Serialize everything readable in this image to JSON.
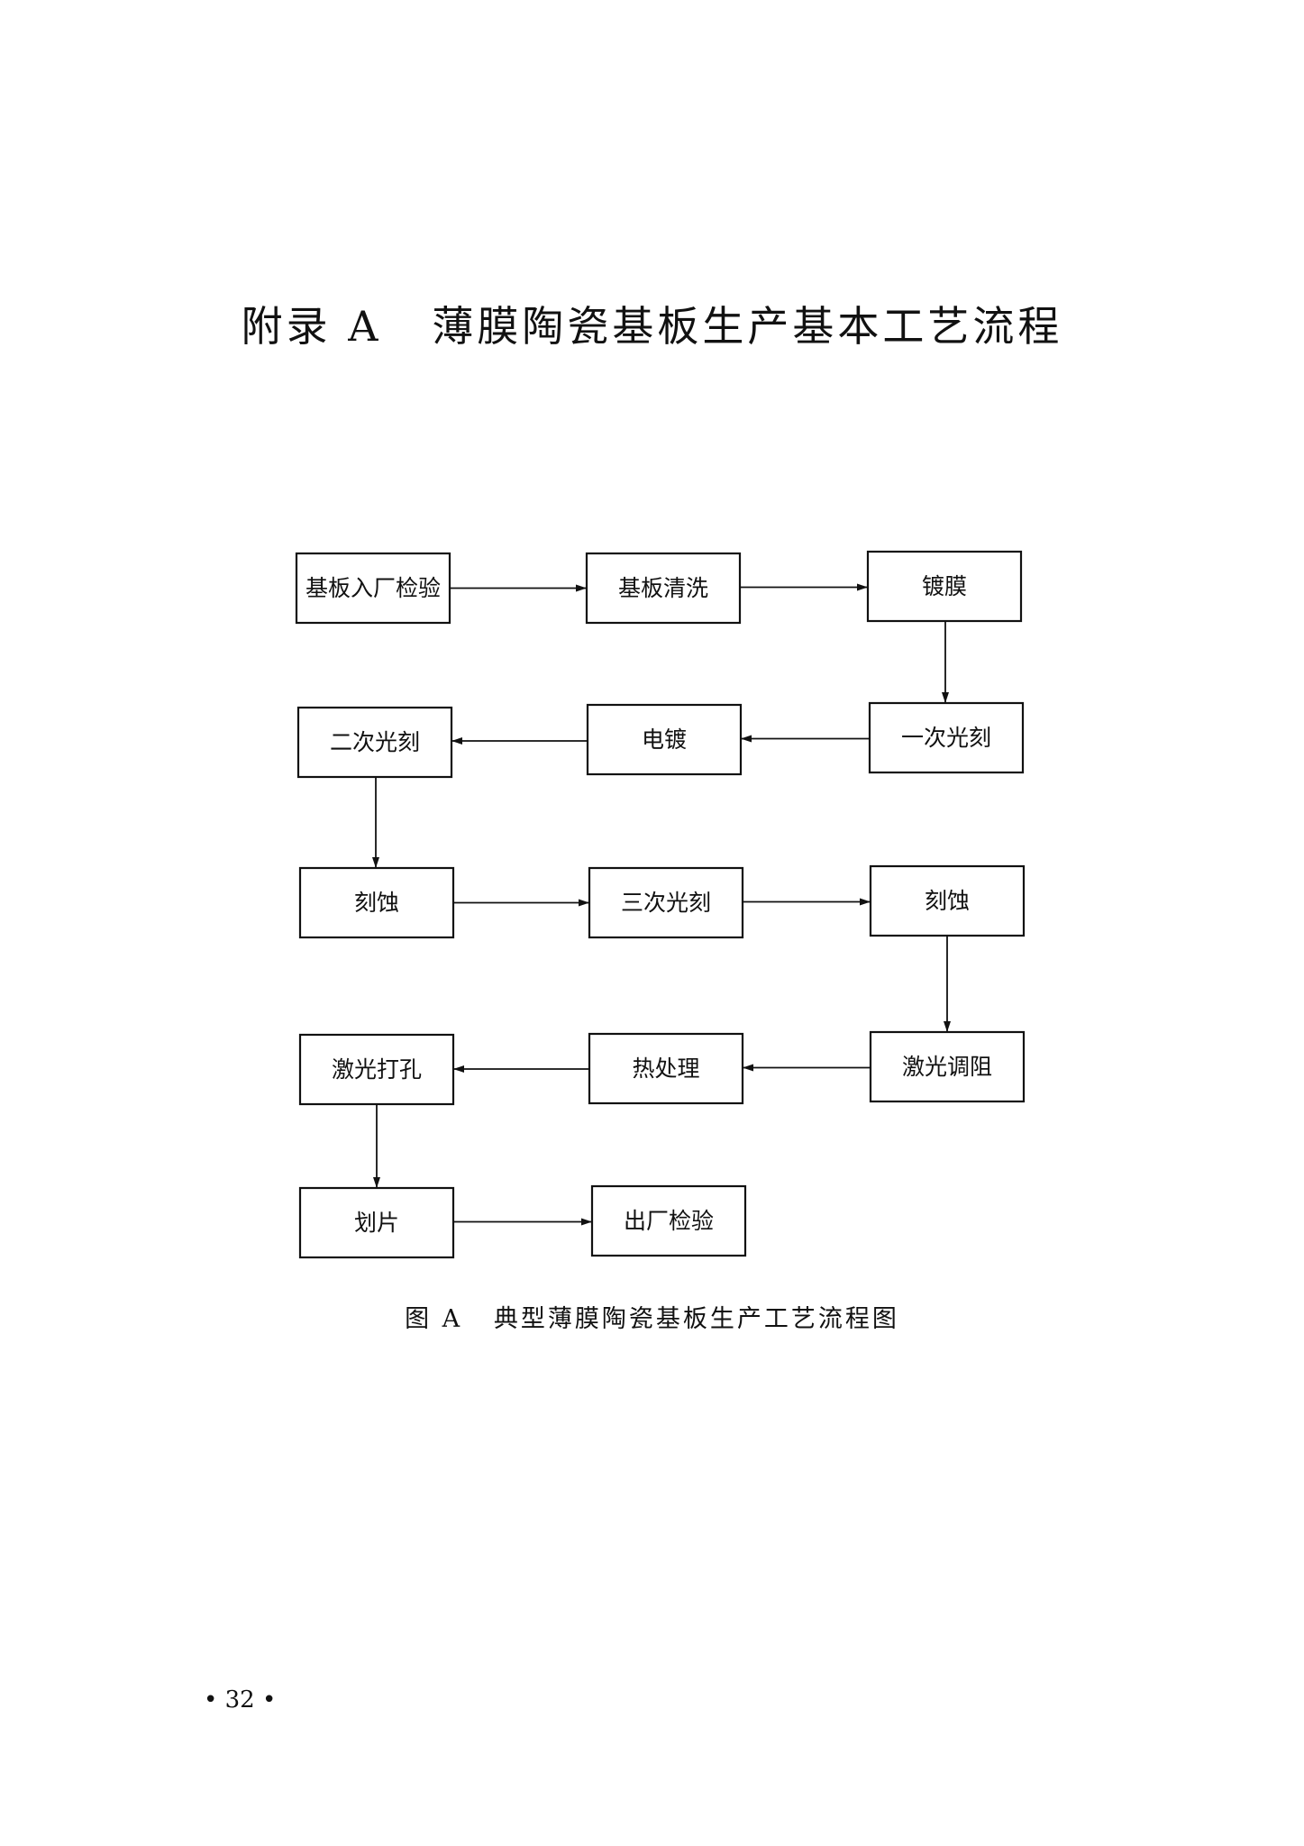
{
  "page": {
    "title": "附录 A   薄膜陶瓷基板生产基本工艺流程",
    "caption": "图 A   典型薄膜陶瓷基板生产工艺流程图",
    "page_number": "• 32 •"
  },
  "flowchart": {
    "nodes": [
      {
        "id": "n1",
        "label": "基板入厂检验"
      },
      {
        "id": "n2",
        "label": "基板清洗"
      },
      {
        "id": "n3",
        "label": "镀膜"
      },
      {
        "id": "n4",
        "label": "一次光刻"
      },
      {
        "id": "n5",
        "label": "电镀"
      },
      {
        "id": "n6",
        "label": "二次光刻"
      },
      {
        "id": "n7",
        "label": "刻蚀"
      },
      {
        "id": "n8",
        "label": "三次光刻"
      },
      {
        "id": "n9",
        "label": "刻蚀"
      },
      {
        "id": "n10",
        "label": "激光调阻"
      },
      {
        "id": "n11",
        "label": "热处理"
      },
      {
        "id": "n12",
        "label": "激光打孔"
      },
      {
        "id": "n13",
        "label": "划片"
      },
      {
        "id": "n14",
        "label": "出厂检验"
      }
    ],
    "edges": [
      {
        "from": "n1",
        "to": "n2"
      },
      {
        "from": "n2",
        "to": "n3"
      },
      {
        "from": "n3",
        "to": "n4"
      },
      {
        "from": "n4",
        "to": "n5"
      },
      {
        "from": "n5",
        "to": "n6"
      },
      {
        "from": "n6",
        "to": "n7"
      },
      {
        "from": "n7",
        "to": "n8"
      },
      {
        "from": "n8",
        "to": "n9"
      },
      {
        "from": "n9",
        "to": "n10"
      },
      {
        "from": "n10",
        "to": "n11"
      },
      {
        "from": "n11",
        "to": "n12"
      },
      {
        "from": "n12",
        "to": "n13"
      },
      {
        "from": "n13",
        "to": "n14"
      }
    ]
  }
}
